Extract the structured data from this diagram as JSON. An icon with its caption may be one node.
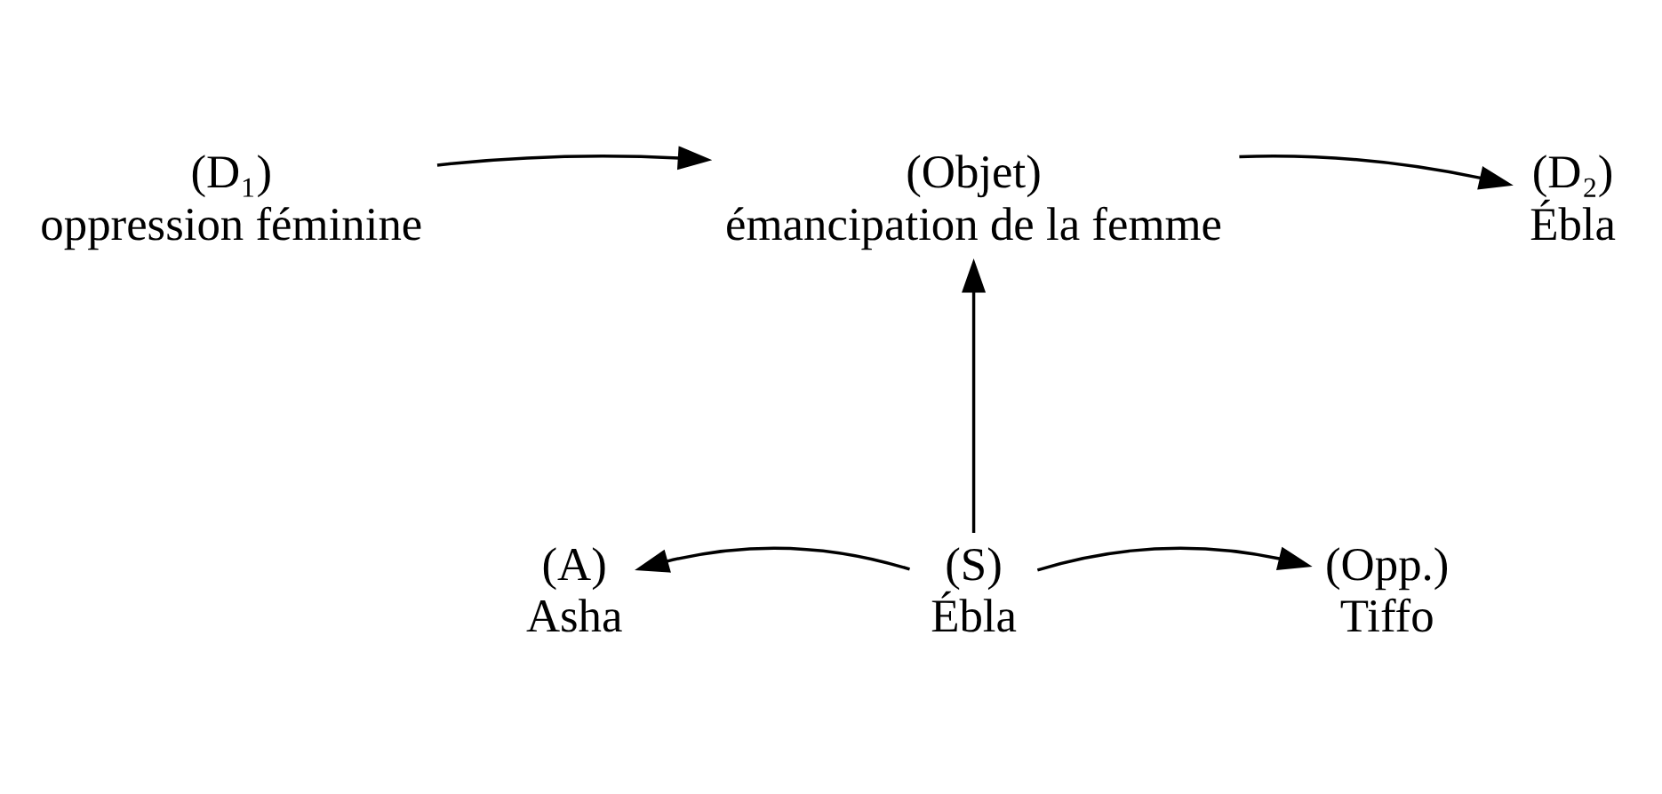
{
  "diagram": {
    "nodes": [
      {
        "text": [
          "(D₁)",
          "oppression féminine"
        ]
      },
      {
        "text": [
          "(Objet)",
          "émancipation de la femme"
        ]
      },
      {
        "text": [
          "(D₂)",
          "Ébla"
        ]
      },
      {
        "text": [
          "(A)",
          "Asha"
        ]
      },
      {
        "text": [
          "(S)",
          "Ébla"
        ]
      },
      {
        "text": [
          "(Opp.)",
          "Tiffo"
        ]
      }
    ],
    "edges": [
      {
        "from": 0,
        "to": 1,
        "arrow": "to"
      },
      {
        "from": 1,
        "to": 2,
        "arrow": "to"
      },
      {
        "from": 4,
        "to": 1,
        "arrow": "to"
      },
      {
        "from": 4,
        "to": 3,
        "arrow": "to"
      },
      {
        "from": 4,
        "to": 5,
        "arrow": "to"
      }
    ]
  }
}
